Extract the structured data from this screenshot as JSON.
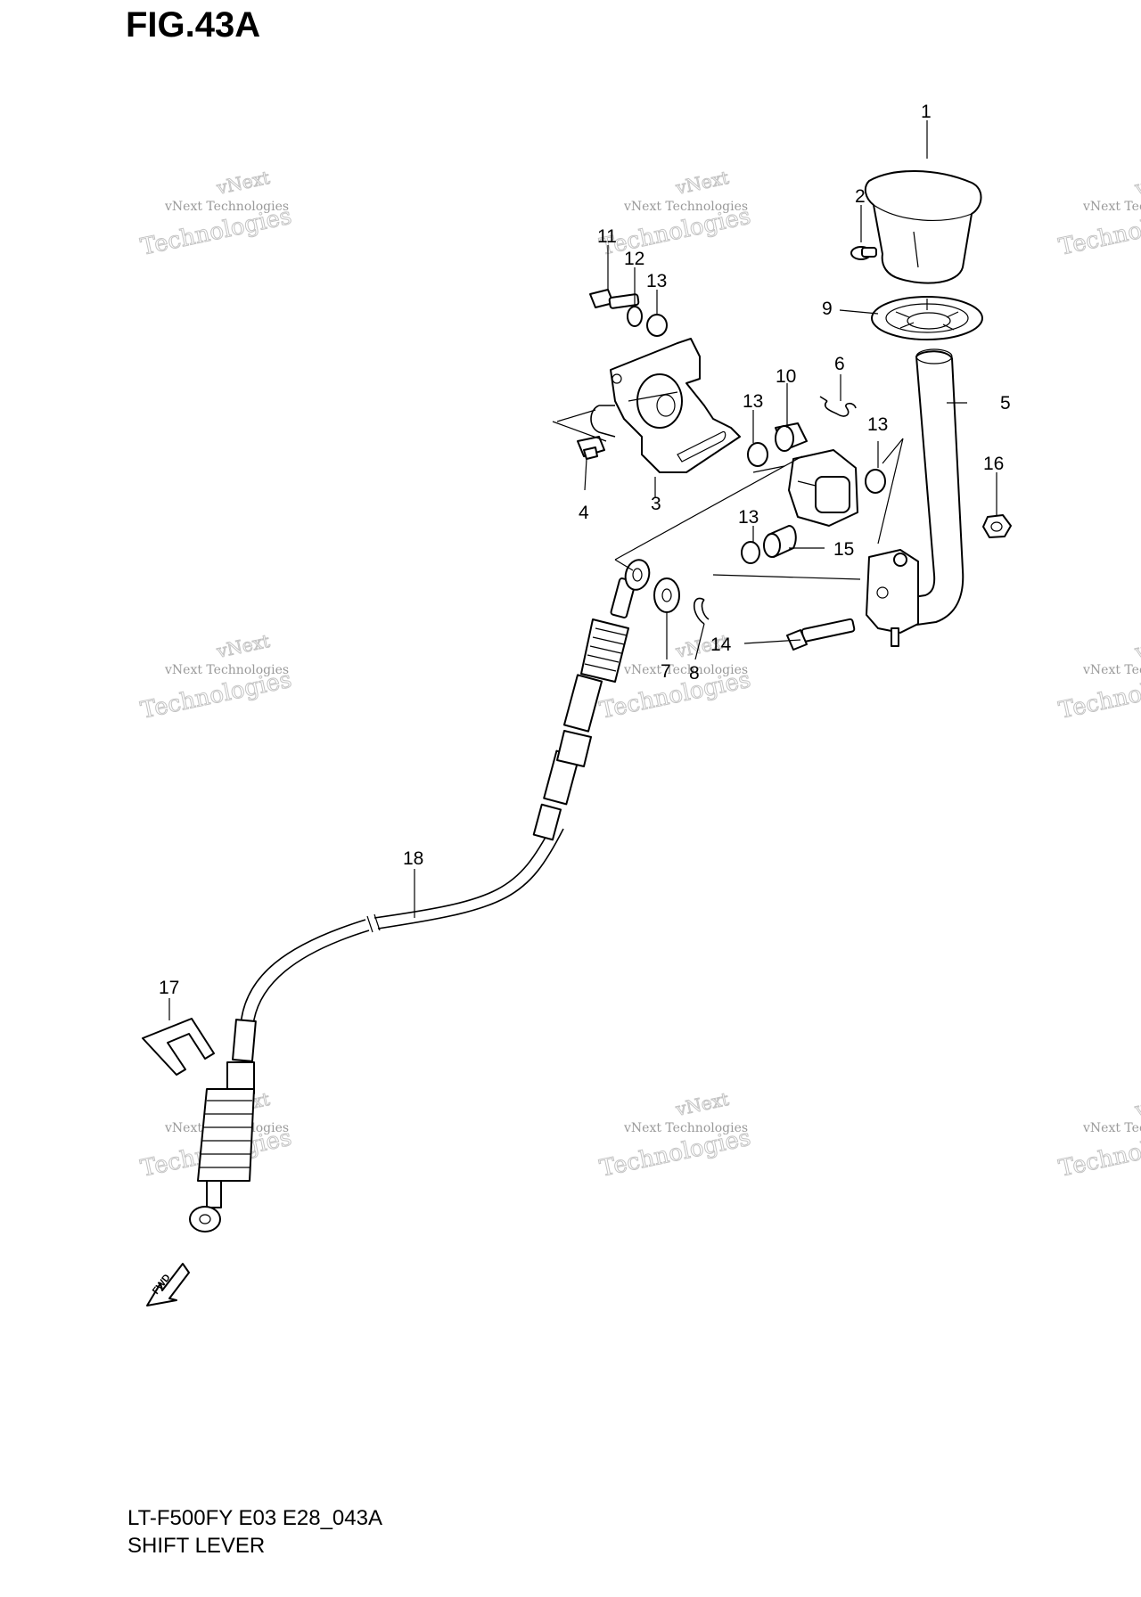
{
  "figure": {
    "title": "FIG.43A",
    "model_code": "LT-F500FY E03 E28_043A",
    "name": "SHIFT LEVER"
  },
  "direction_marker": {
    "label": "FWD",
    "icon": "forward-arrow-icon"
  },
  "watermark": {
    "line1": "vNext Technologies",
    "line2": "Technologies",
    "top": "vNext"
  },
  "callouts": {
    "c1": "1",
    "c2": "2",
    "c3": "3",
    "c4": "4",
    "c5": "5",
    "c6": "6",
    "c7": "7",
    "c8": "8",
    "c9": "9",
    "c10": "10",
    "c11": "11",
    "c12": "12",
    "c13a": "13",
    "c13b": "13",
    "c13c": "13",
    "c13d": "13",
    "c14": "14",
    "c15": "15",
    "c16": "16",
    "c17": "17",
    "c18": "18"
  }
}
